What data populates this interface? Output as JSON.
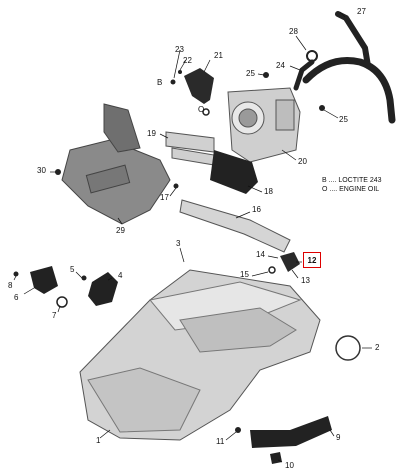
{
  "legend": {
    "b": "B .... LOCTITE 243",
    "o": "O .... ENGINE OIL"
  },
  "callouts": {
    "c1": "1",
    "c2": "2",
    "c3": "3",
    "c4": "4",
    "c5": "5",
    "c6": "6",
    "c7": "7",
    "c8": "8",
    "c9": "9",
    "c10": "10",
    "c11": "11",
    "c12": "12",
    "c13": "13",
    "c14": "14",
    "c15": "15",
    "c16": "16",
    "c17": "17",
    "c18": "18",
    "c19": "19",
    "c20": "20",
    "c21": "21",
    "c22": "22",
    "c23": "23",
    "c24": "24",
    "c25a": "25",
    "c25b": "25",
    "c27": "27",
    "c28": "28",
    "c29": "29",
    "c30": "30",
    "markB": "B",
    "markO": "O"
  },
  "colors": {
    "highlight": "#dd0000",
    "part_fill": "#d9d9d9",
    "dark": "#222222"
  }
}
